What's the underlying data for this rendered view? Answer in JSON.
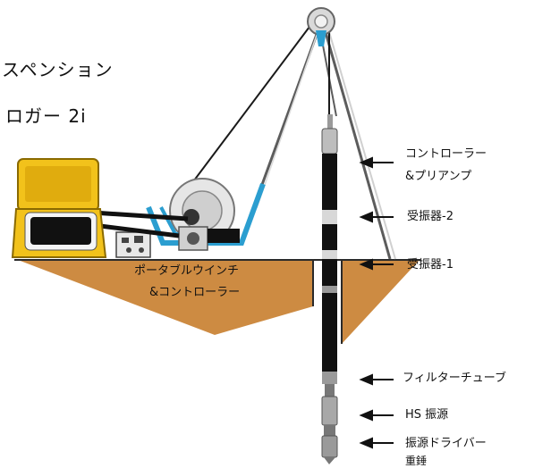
{
  "title": {
    "line1": "スペンション",
    "line2": "ロガー 2i"
  },
  "labels": {
    "controller_preamp_line1": "コントローラー",
    "controller_preamp_line2": "&プリアンプ",
    "receiver_2": "受振器-2",
    "receiver_1": "受振器-1",
    "winch_line1": "ポータブルウインチ",
    "winch_line2": "&コントローラー",
    "filter_tube": "フィルターチューブ",
    "hs_source": "HS 振源",
    "source_driver_line1": "振源ドライバー",
    "source_driver_line2": "重錘"
  },
  "colors": {
    "ground": "#cd8b42",
    "case_yellow": "#f2c21b",
    "frame_blue": "#2b9ed0",
    "probe_black": "#111111",
    "probe_gray": "#9a9a9a"
  }
}
